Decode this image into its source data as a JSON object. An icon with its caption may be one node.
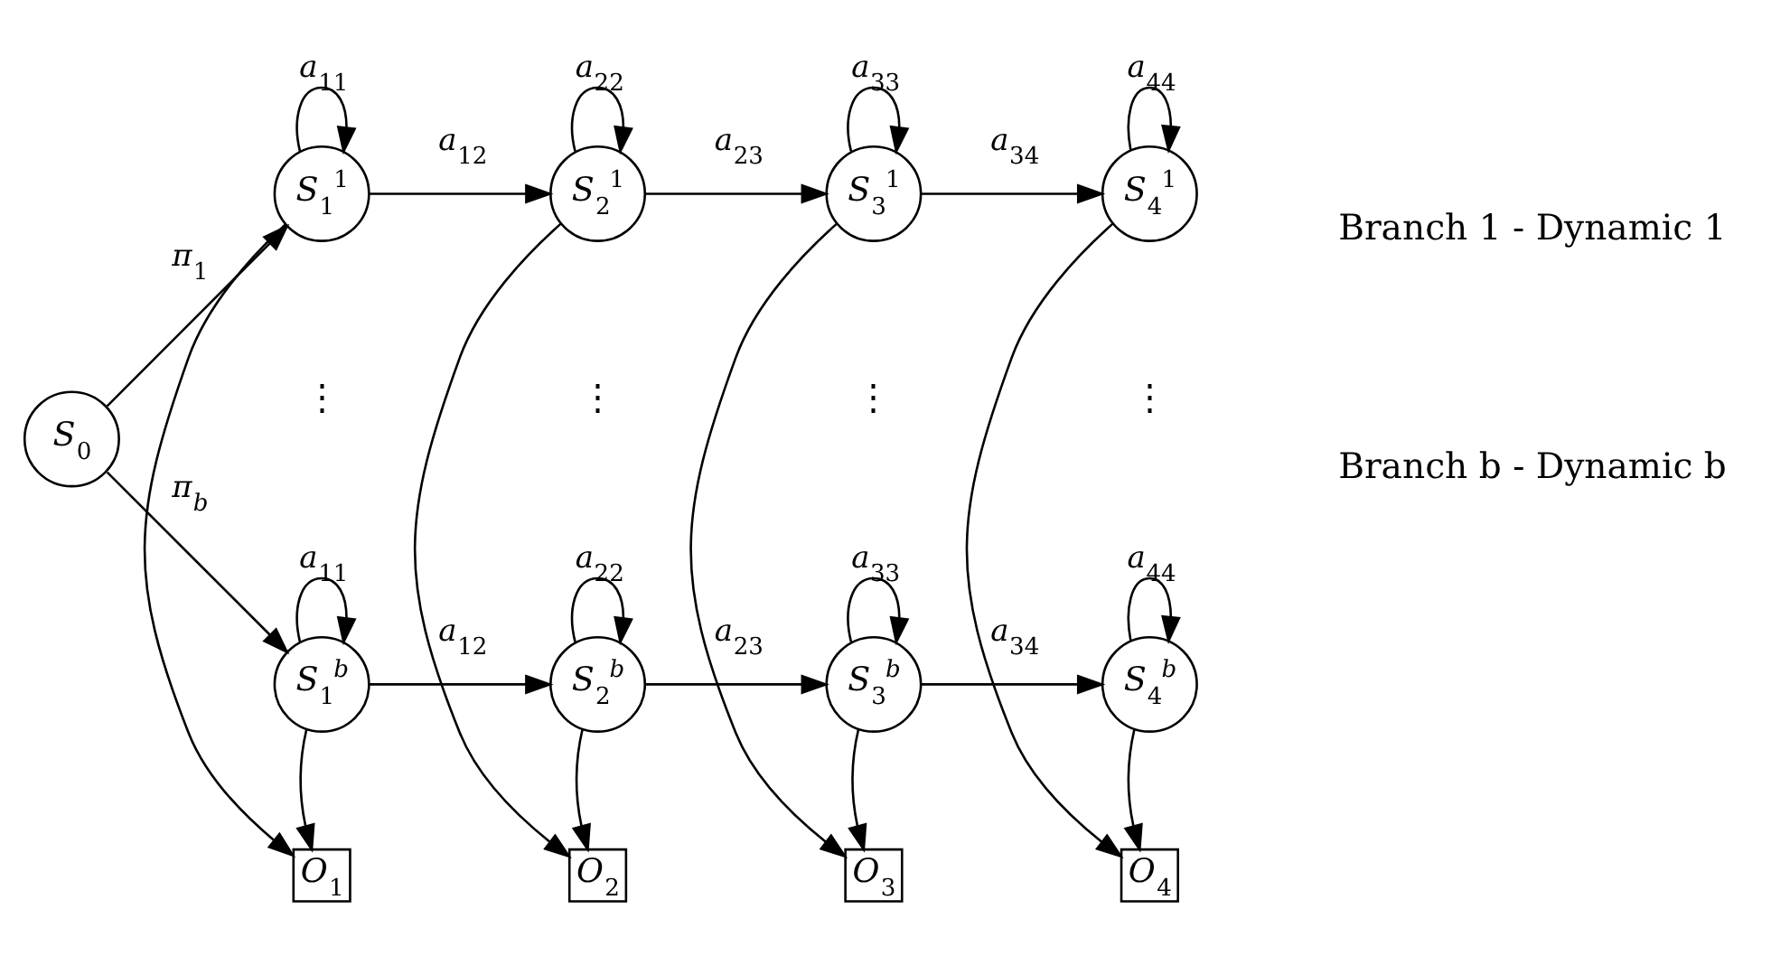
{
  "diagram": {
    "nodes": [
      {
        "text": [
          "*S*$_{0}$"
        ]
      },
      {
        "text": [
          "*S*$_{1}$$^{1}$"
        ]
      },
      {
        "text": [
          "*S*$_{2}$$^{1}$"
        ]
      },
      {
        "text": [
          "*S*$_{3}$$^{1}$"
        ]
      },
      {
        "text": [
          "*S*$_{4}$$^{1}$"
        ]
      },
      {
        "text": [
          "*S*$_{1}$$^{b}$"
        ]
      },
      {
        "text": [
          "*S*$_{2}$$^{b}$"
        ]
      },
      {
        "text": [
          "*S*$_{3}$$^{b}$"
        ]
      },
      {
        "text": [
          "*S*$_{4}$$^{b}$"
        ]
      },
      {
        "text": [
          "*O*$_{1}$"
        ]
      },
      {
        "text": [
          "*O*$_{2}$"
        ]
      },
      {
        "text": [
          "*O*$_{3}$"
        ]
      },
      {
        "text": [
          "*O*$_{4}$"
        ]
      }
    ],
    "edges": [
      {
        "from": 0,
        "to": 1,
        "arrow": "to",
        "label": "*π*$_{1}$"
      },
      {
        "from": 0,
        "to": 5,
        "arrow": "to",
        "label": "*π*$_{b}$"
      },
      {
        "from": 1,
        "to": 1,
        "arrow": "to",
        "label": "*a*$_{11}$"
      },
      {
        "from": 2,
        "to": 2,
        "arrow": "to",
        "label": "*a*$_{22}$"
      },
      {
        "from": 3,
        "to": 3,
        "arrow": "to",
        "label": "*a*$_{33}$"
      },
      {
        "from": 4,
        "to": 4,
        "arrow": "to",
        "label": "*a*$_{44}$"
      },
      {
        "from": 1,
        "to": 2,
        "arrow": "to",
        "label": "*a*$_{12}$"
      },
      {
        "from": 2,
        "to": 3,
        "arrow": "to",
        "label": "*a*$_{23}$"
      },
      {
        "from": 3,
        "to": 4,
        "arrow": "to",
        "label": "*a*$_{34}$"
      },
      {
        "from": 5,
        "to": 5,
        "arrow": "to",
        "label": "*a*$_{11}$"
      },
      {
        "from": 6,
        "to": 6,
        "arrow": "to",
        "label": "*a*$_{22}$"
      },
      {
        "from": 7,
        "to": 7,
        "arrow": "to",
        "label": "*a*$_{33}$"
      },
      {
        "from": 8,
        "to": 8,
        "arrow": "to",
        "label": "*a*$_{44}$"
      },
      {
        "from": 5,
        "to": 6,
        "arrow": "to",
        "label": "*a*$_{12}$"
      },
      {
        "from": 6,
        "to": 7,
        "arrow": "to",
        "label": "*a*$_{23}$"
      },
      {
        "from": 7,
        "to": 8,
        "arrow": "to",
        "label": "*a*$_{34}$"
      },
      {
        "from": 1,
        "to": 9,
        "arrow": "to"
      },
      {
        "from": 2,
        "to": 10,
        "arrow": "to"
      },
      {
        "from": 3,
        "to": 11,
        "arrow": "to"
      },
      {
        "from": 4,
        "to": 12,
        "arrow": "to"
      },
      {
        "from": 5,
        "to": 9,
        "arrow": "to"
      },
      {
        "from": 6,
        "to": 10,
        "arrow": "to"
      },
      {
        "from": 7,
        "to": 11,
        "arrow": "to"
      },
      {
        "from": 8,
        "to": 12,
        "arrow": "to"
      }
    ],
    "labels": [
      "⋮",
      "⋮",
      "⋮",
      "⋮",
      "Branch 1 - Dynamic 1",
      "Branch b - Dynamic b"
    ]
  }
}
